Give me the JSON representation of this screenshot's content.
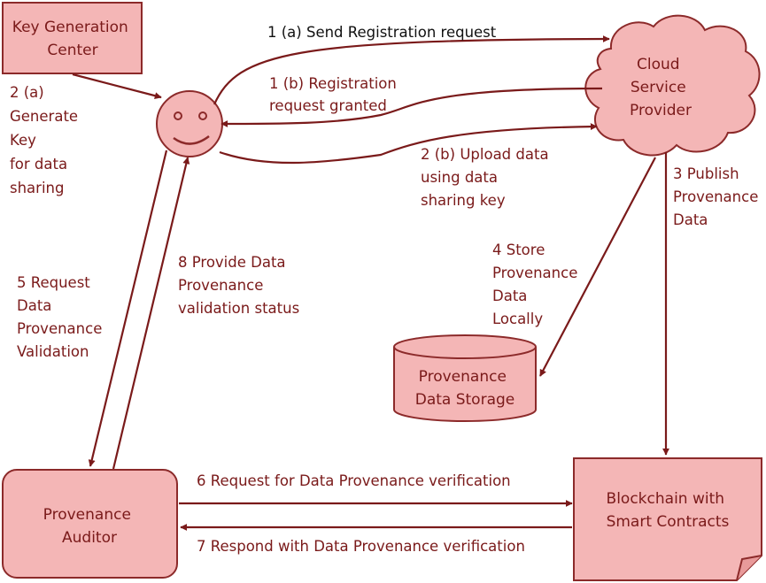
{
  "colors": {
    "shape_fill": "#f4b6b6",
    "shape_stroke": "#8c2a2a",
    "edge": "#7a1a1a",
    "text": "#7a1a1a",
    "title_text": "#111111"
  },
  "nodes": {
    "kgc": [
      "Key Generation",
      "Center"
    ],
    "csp": [
      "Cloud",
      "Service",
      "Provider"
    ],
    "storage": [
      "Provenance",
      "Data Storage"
    ],
    "auditor": [
      "Provenance",
      "Auditor"
    ],
    "blockchain": [
      "Blockchain with",
      "Smart Contracts"
    ],
    "user_icon": "smiley-face-icon"
  },
  "edges": {
    "e1a": [
      "1 (a) Send Registration request"
    ],
    "e1b": [
      "1 (b) Registration",
      "request granted"
    ],
    "e2a": [
      "2 (a)",
      "Generate",
      "Key",
      " for data",
      "sharing"
    ],
    "e2b": [
      "2 (b) Upload data",
      "using data",
      "sharing key"
    ],
    "e3": [
      "3 Publish",
      "Provenance",
      "Data"
    ],
    "e4": [
      "4 Store",
      "Provenance",
      "Data",
      "Locally"
    ],
    "e5": [
      "5 Request",
      "Data",
      "Provenance",
      "Validation"
    ],
    "e6": [
      "6 Request for Data Provenance verification"
    ],
    "e7": [
      "7 Respond with Data Provenance verification"
    ],
    "e8": [
      "8 Provide  Data",
      "Provenance",
      "validation status"
    ]
  }
}
